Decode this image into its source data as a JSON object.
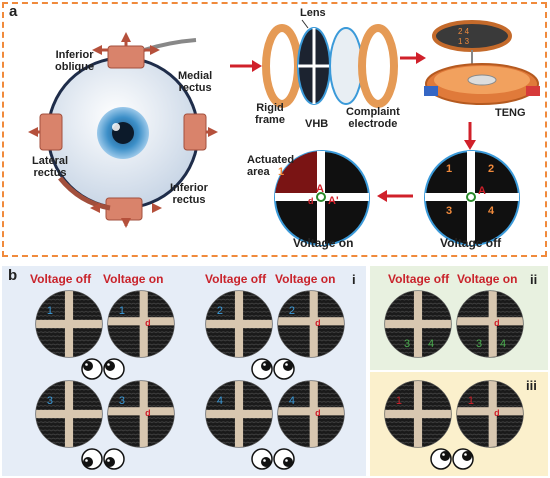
{
  "panel_a": {
    "letter": "a",
    "muscles": {
      "inferior_oblique": [
        "Inferior",
        "oblique"
      ],
      "medial_rectus": [
        "Medial",
        "rectus"
      ],
      "lateral_rectus": [
        "Lateral",
        "rectus"
      ],
      "inferior_rectus": [
        "Inferior",
        "rectus"
      ]
    },
    "lens_parts": {
      "lens": "Lens",
      "rigid_frame": [
        "Rigid",
        "frame"
      ],
      "vhb": "VHB",
      "compliant_electrode": [
        "Complaint",
        "electrode"
      ]
    },
    "teng": "TENG",
    "actuated_area": [
      "Actuated",
      "area"
    ],
    "voltage_on": "Voltage on",
    "voltage_off": "Voltage off",
    "quadrants": [
      "1",
      "2",
      "3",
      "4"
    ],
    "point_a": "A",
    "point_a_prime": "A'",
    "d_label": "d"
  },
  "panel_b": {
    "letter": "b",
    "voltage_off": "Voltage off",
    "voltage_on": "Voltage on",
    "sub_i": "i",
    "sub_ii": "ii",
    "sub_iii": "iii",
    "pairs_i": [
      {
        "num": "1"
      },
      {
        "num": "2"
      },
      {
        "num": "3"
      },
      {
        "num": "4"
      }
    ],
    "pair_ii": [
      "3",
      "4"
    ],
    "pair_iii": "1",
    "d_label": "d"
  },
  "colors": {
    "border": "#f08a3c",
    "red_text": "#c9232b",
    "blue_bg": "#e6edf7",
    "green_bg": "#e8f1e0",
    "yellow_bg": "#fbf0cc"
  }
}
